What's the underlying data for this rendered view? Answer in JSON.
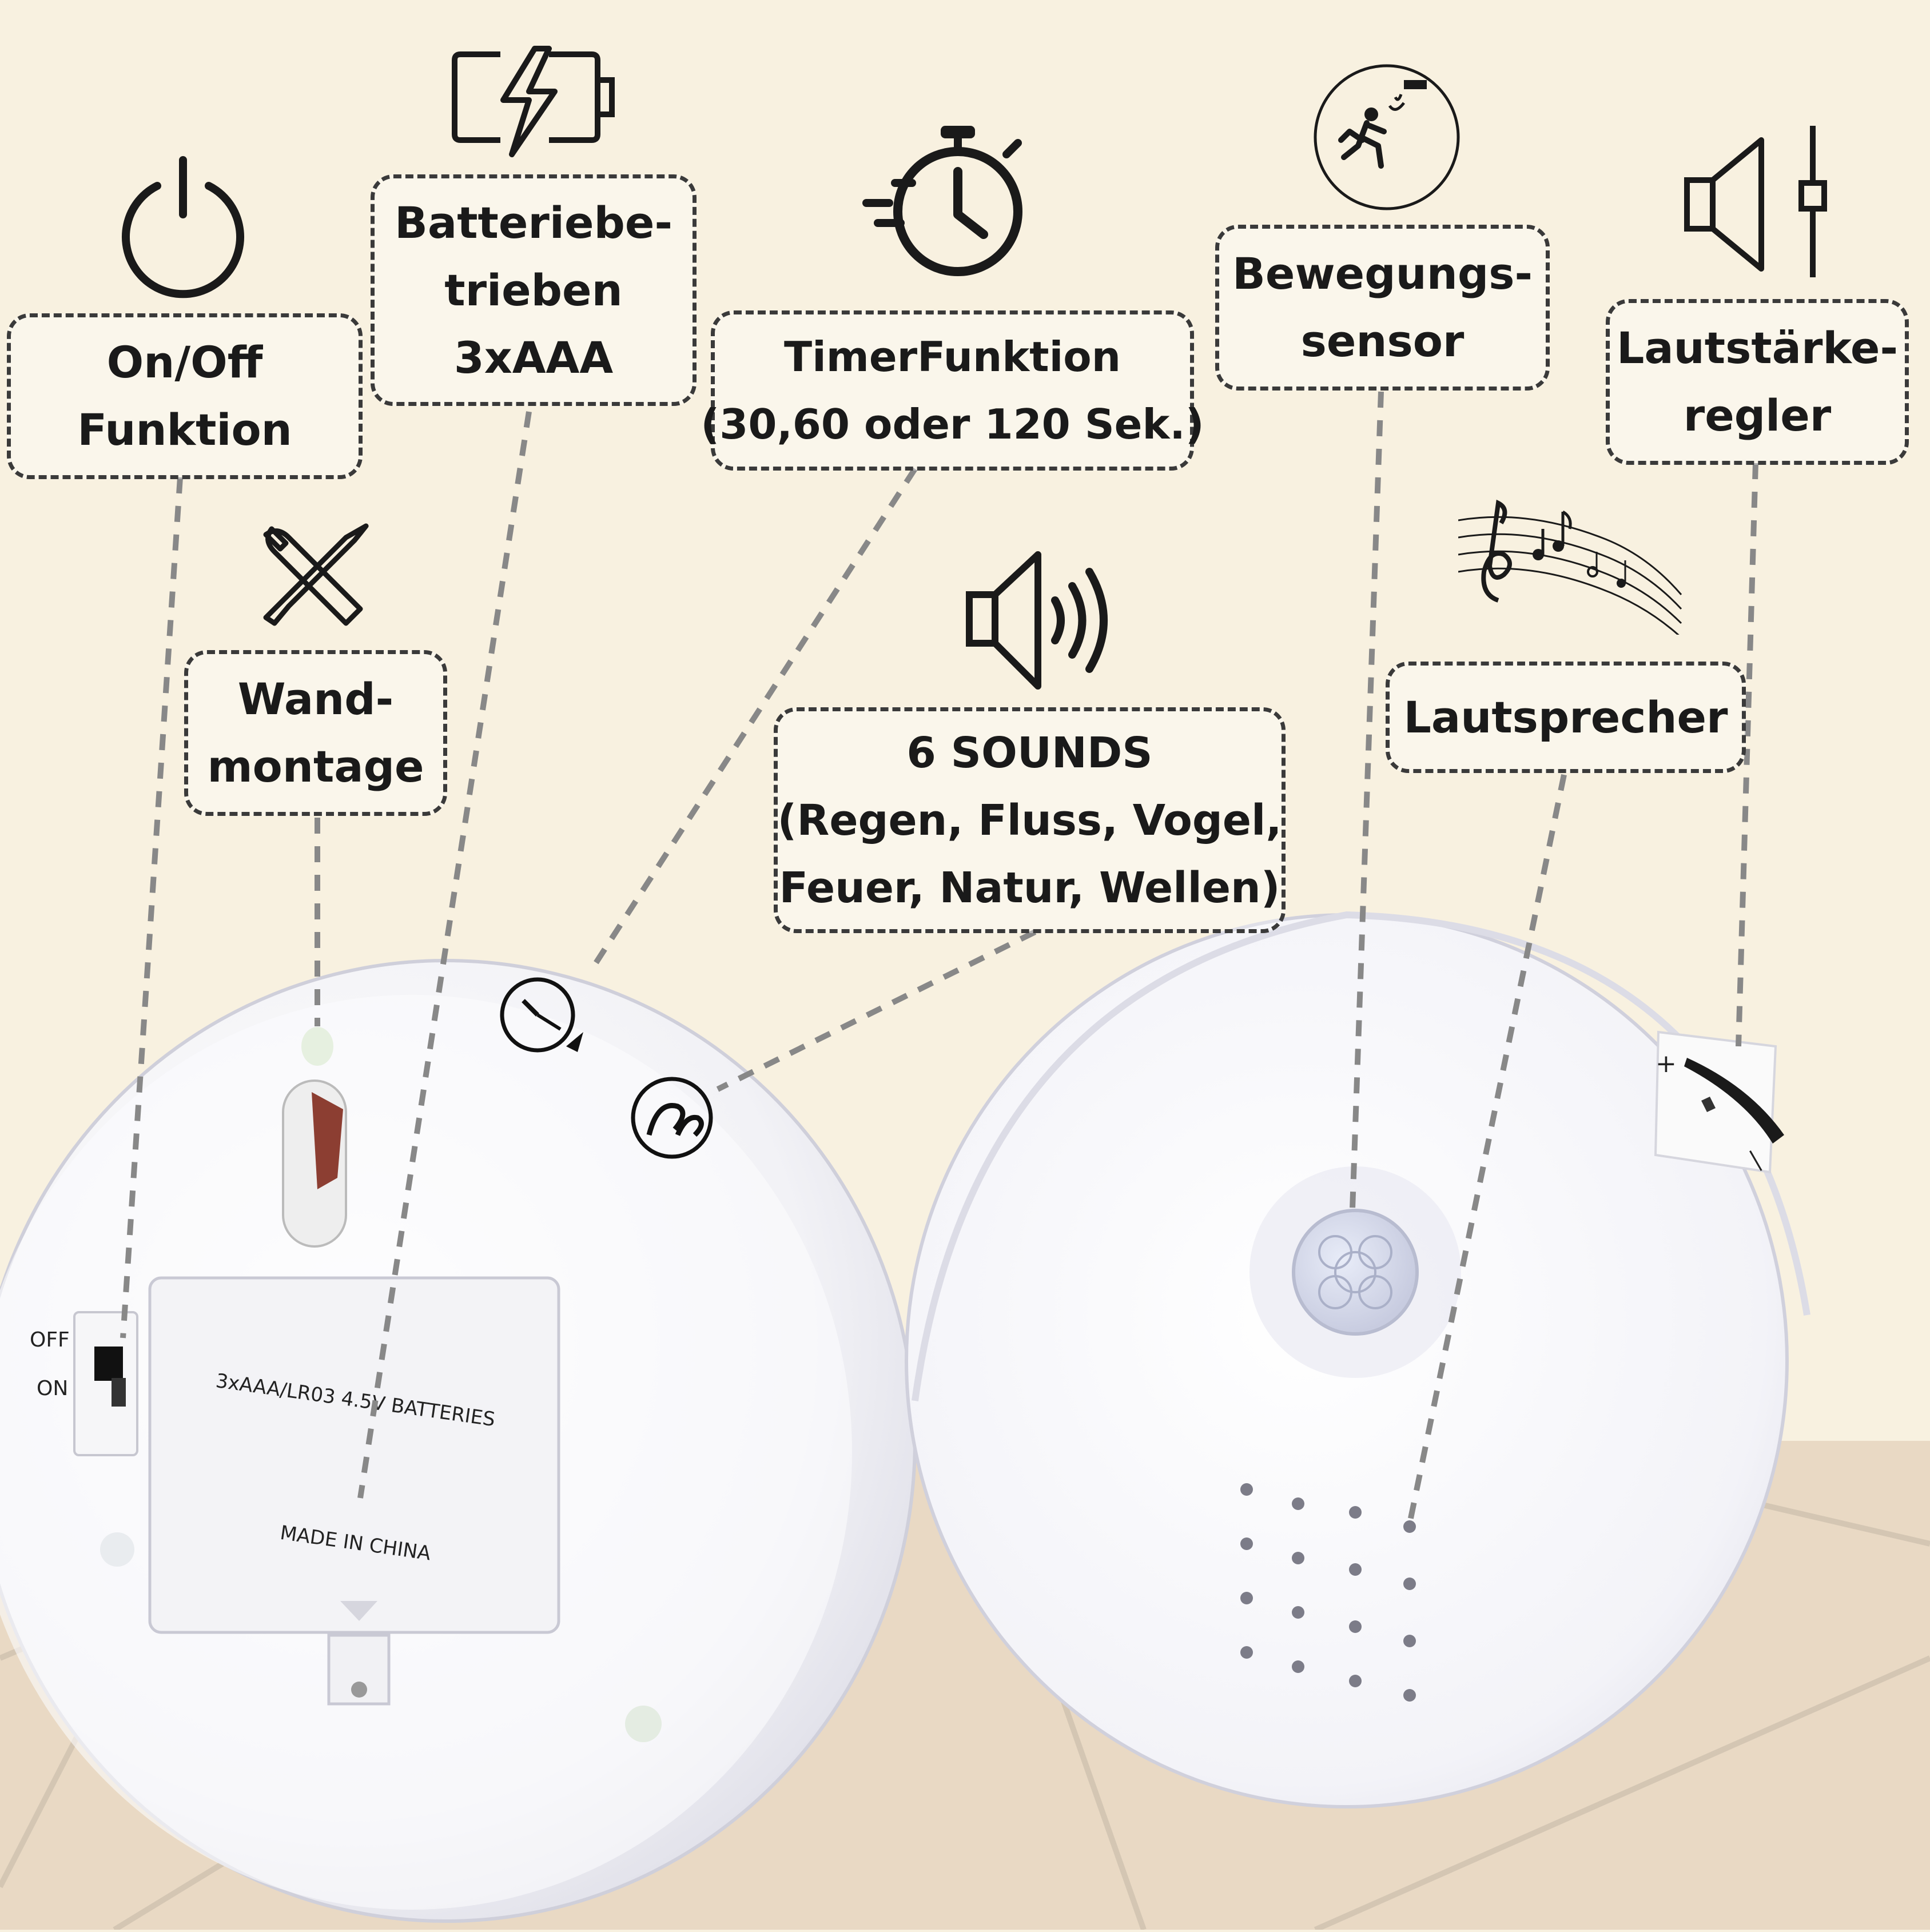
{
  "labels": {
    "onoff": {
      "lines": [
        "On/Off",
        "Funktion"
      ]
    },
    "battery": {
      "lines": [
        "Batteriebe-",
        "trieben",
        "3xAAA"
      ]
    },
    "timer": {
      "lines": [
        "TimerFunktion",
        "(30,60 oder 120 Sek.)"
      ]
    },
    "motion": {
      "lines": [
        "Bewegungs-",
        "sensor"
      ]
    },
    "volume": {
      "lines": [
        "Lautstärke-",
        "regler"
      ]
    },
    "wall": {
      "lines": [
        "Wand-",
        "montage"
      ]
    },
    "sounds": {
      "lines": [
        "6 SOUNDS",
        "(Regen, Fluss, Vogel,",
        "Feuer, Natur, Wellen)"
      ]
    },
    "speaker": {
      "lines": [
        "Lautsprecher"
      ]
    }
  },
  "device": {
    "switch_off": "OFF",
    "switch_on": "ON",
    "battery_cover_text": "3xAAA/LR03 4.5V BATTERIES",
    "made_in": "MADE IN CHINA",
    "volume_plus": "+",
    "volume_minus": "—"
  },
  "icons": [
    "power-icon",
    "battery-charging-icon",
    "stopwatch-icon",
    "motion-sensor-icon",
    "volume-slider-icon",
    "tools-icon",
    "speaker-waves-icon",
    "music-notes-icon"
  ]
}
